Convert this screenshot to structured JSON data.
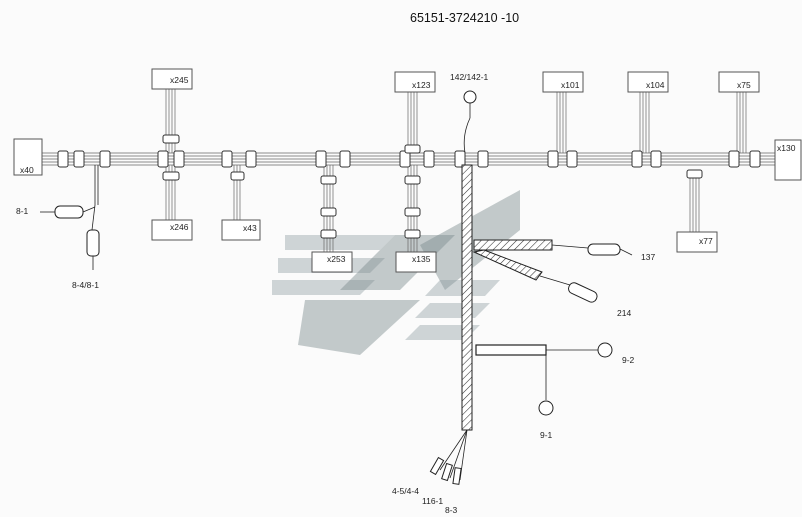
{
  "title": "65151-3724210 -10",
  "connectors_top": [
    "x245",
    "x123",
    "142/142-1",
    "x101",
    "x104",
    "x75"
  ],
  "connectors_left": [
    "x40"
  ],
  "connectors_right": [
    "x130"
  ],
  "connectors_bottom": [
    "x246",
    "x43",
    "x253",
    "x135",
    "x77"
  ],
  "parts": {
    "p8_1": "8-1",
    "p8_4": "8-4/8-1",
    "p137": "137",
    "p214": "214",
    "p9_2": "9-2",
    "p9_1": "9-1",
    "p4_5": "4-5/4-4",
    "p116": "116-1",
    "p8_3": "8-3"
  }
}
